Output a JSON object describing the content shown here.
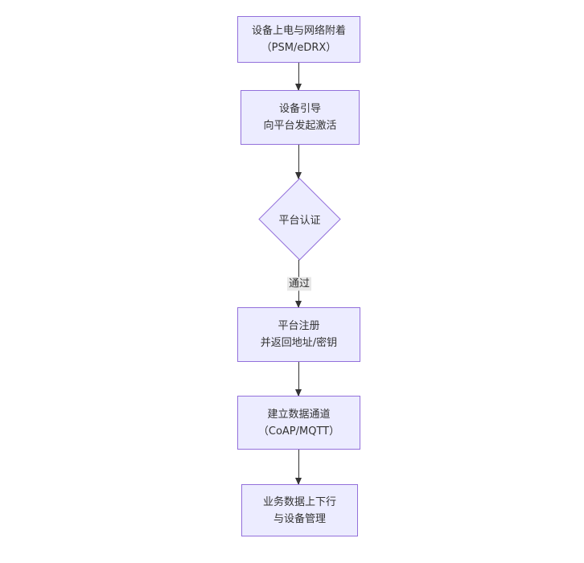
{
  "diagram": {
    "type": "flowchart",
    "direction": "top-down",
    "colors": {
      "background": "#ffffff",
      "node_fill": "#ECECFF",
      "node_border": "#9370DB",
      "text": "#333333",
      "arrow": "#333333",
      "edge_label_bg": "#e8e8e8"
    },
    "nodes": [
      {
        "shape": "rect",
        "lines": [
          "设备上电与网络附着",
          "（PSM/eDRX）"
        ]
      },
      {
        "shape": "rect",
        "lines": [
          "设备引导",
          "向平台发起激活"
        ]
      },
      {
        "shape": "diamond",
        "lines": [
          "平台认证"
        ]
      },
      {
        "shape": "rect",
        "lines": [
          "平台注册",
          "并返回地址/密钥"
        ]
      },
      {
        "shape": "rect",
        "lines": [
          "建立数据通道",
          "（CoAP/MQTT）"
        ]
      },
      {
        "shape": "rect",
        "lines": [
          "业务数据上下行",
          "与设备管理"
        ]
      }
    ],
    "edges": [
      {
        "from": 0,
        "to": 1,
        "label": ""
      },
      {
        "from": 1,
        "to": 2,
        "label": ""
      },
      {
        "from": 2,
        "to": 3,
        "label": "通过"
      },
      {
        "from": 3,
        "to": 4,
        "label": ""
      },
      {
        "from": 4,
        "to": 5,
        "label": ""
      }
    ]
  }
}
